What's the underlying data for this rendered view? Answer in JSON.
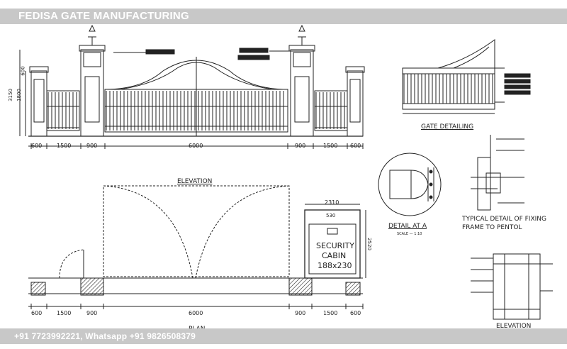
{
  "header": {
    "title": "FEDISA GATE MANUFACTURING"
  },
  "footer": {
    "contact": "+91 7723992221, Whatsapp +91 9826508379"
  },
  "elevation": {
    "label": "ELEVATION",
    "dims": [
      "600",
      "1500",
      "900",
      "6000",
      "900",
      "1500",
      "600"
    ],
    "height_dims": [
      "3150",
      "1800",
      "600"
    ]
  },
  "plan": {
    "label": "PLAN",
    "dims": [
      "600",
      "1500",
      "900",
      "6000",
      "900",
      "1500",
      "600"
    ],
    "cabin": {
      "line1": "SECURITY",
      "line2": "CABIN",
      "line3": "188x230",
      "width": "2310",
      "height": "2520",
      "inner": "530"
    }
  },
  "gate_detailing": {
    "label": "GATE DETAILING"
  },
  "detail_a": {
    "label": "DETAIL AT A",
    "scale": "SCALE — 1:10"
  },
  "fixing_detail": {
    "line1": "TYPICAL DETAIL OF FIXING",
    "line2": "FRAME TO PENTOL"
  },
  "side_elevation": {
    "label": "ELEVATION"
  },
  "colors": {
    "banner": "#c8c8c8",
    "ink": "#222222"
  }
}
